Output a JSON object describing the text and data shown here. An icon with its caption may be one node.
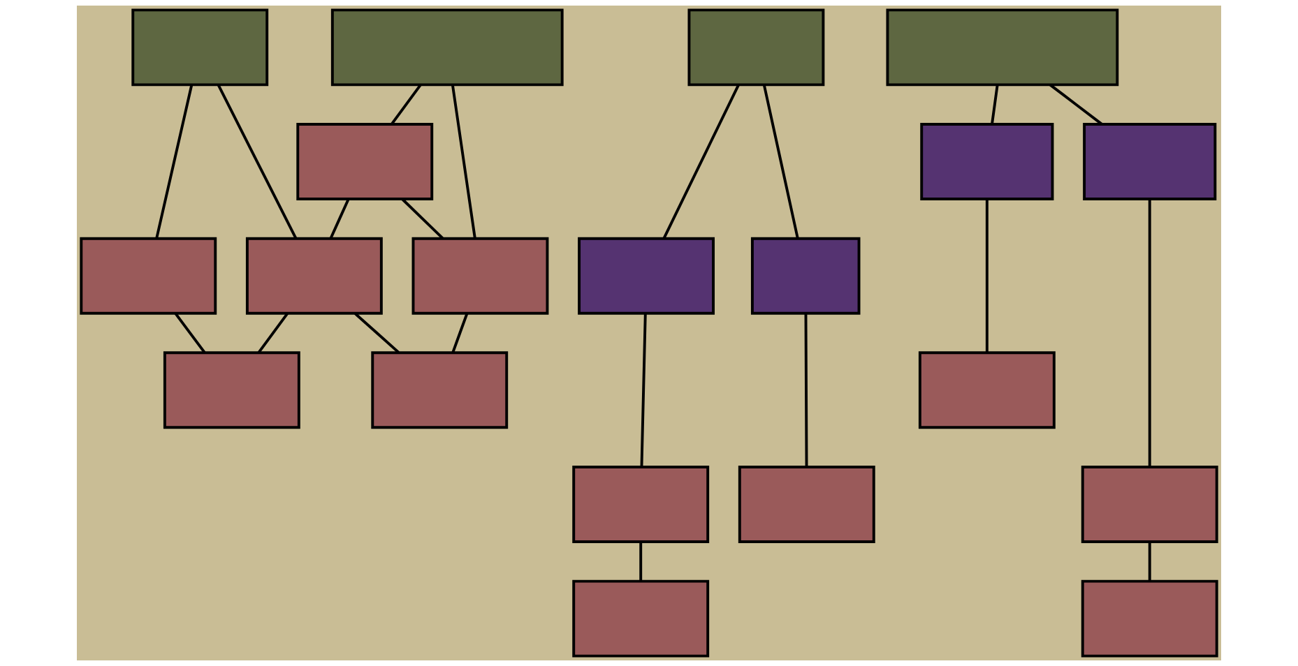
{
  "diagram": {
    "nodes": [
      {
        "text": [],
        "shape": "box"
      },
      {
        "text": [],
        "shape": "box"
      },
      {
        "text": [],
        "shape": "box"
      },
      {
        "text": [],
        "shape": "box"
      },
      {
        "text": [],
        "shape": "box"
      },
      {
        "text": [],
        "shape": "box"
      },
      {
        "text": [],
        "shape": "box"
      },
      {
        "text": [],
        "shape": "box"
      },
      {
        "text": [],
        "shape": "box"
      },
      {
        "text": [],
        "shape": "box"
      },
      {
        "text": [],
        "shape": "box"
      },
      {
        "text": [],
        "shape": "box"
      },
      {
        "text": [],
        "shape": "box"
      },
      {
        "text": [],
        "shape": "box"
      },
      {
        "text": [],
        "shape": "box"
      },
      {
        "text": [],
        "shape": "box"
      },
      {
        "text": [],
        "shape": "box"
      },
      {
        "text": [],
        "shape": "box"
      },
      {
        "text": [],
        "shape": "box"
      },
      {
        "text": [],
        "shape": "box"
      }
    ],
    "edges": [
      {
        "from": 0,
        "to": 3,
        "arrow": "none"
      },
      {
        "from": 0,
        "to": 4,
        "arrow": "none"
      },
      {
        "from": 1,
        "to": 2,
        "arrow": "none"
      },
      {
        "from": 1,
        "to": 5,
        "arrow": "none"
      },
      {
        "from": 2,
        "to": 4,
        "arrow": "none"
      },
      {
        "from": 2,
        "to": 5,
        "arrow": "none"
      },
      {
        "from": 3,
        "to": 6,
        "arrow": "none"
      },
      {
        "from": 4,
        "to": 6,
        "arrow": "none"
      },
      {
        "from": 4,
        "to": 7,
        "arrow": "none"
      },
      {
        "from": 5,
        "to": 7,
        "arrow": "none"
      },
      {
        "from": 8,
        "to": 12,
        "arrow": "none"
      },
      {
        "from": 8,
        "to": 13,
        "arrow": "none"
      },
      {
        "from": 9,
        "to": 10,
        "arrow": "none"
      },
      {
        "from": 9,
        "to": 11,
        "arrow": "none"
      },
      {
        "from": 10,
        "to": 14,
        "arrow": "none"
      },
      {
        "from": 12,
        "to": 15,
        "arrow": "none"
      },
      {
        "from": 13,
        "to": 16,
        "arrow": "none"
      },
      {
        "from": 11,
        "to": 17,
        "arrow": "none"
      },
      {
        "from": 15,
        "to": 18,
        "arrow": "none"
      },
      {
        "from": 17,
        "to": 19,
        "arrow": "none"
      }
    ]
  }
}
